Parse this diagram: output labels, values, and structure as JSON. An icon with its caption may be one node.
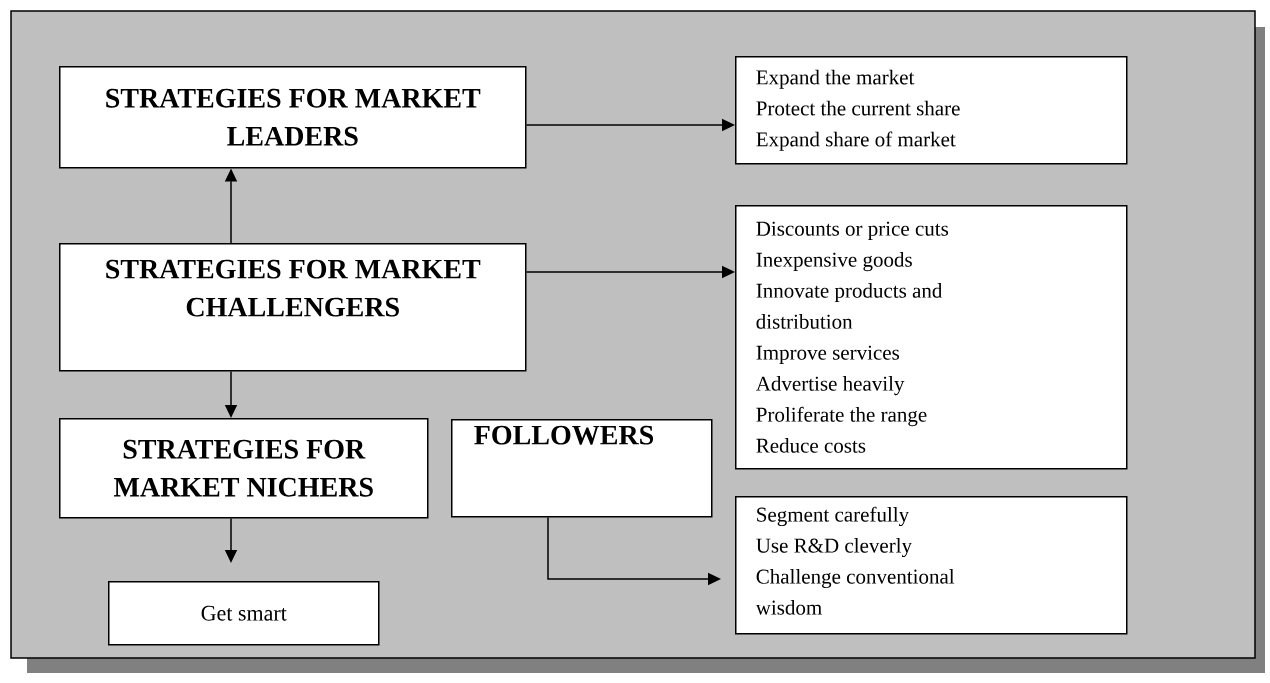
{
  "diagram": {
    "nodes": [
      {
        "text": [
          "STRATEGIES FOR MARKET LEADERS"
        ]
      },
      {
        "text": [
          "Expand the market",
          "Protect the current share",
          "Expand share of market"
        ]
      },
      {
        "text": [
          "STRATEGIES FOR MARKET CHALLENGERS"
        ]
      },
      {
        "text": [
          "Discounts or price cuts",
          "Inexpensive goods",
          "Innovate products and distribution",
          "Improve services",
          "Advertise heavily",
          "Proliferate the range",
          "Reduce costs"
        ]
      },
      {
        "text": [
          "STRATEGIES FOR MARKET NICHERS"
        ]
      },
      {
        "text": [
          "FOLLOWERS"
        ]
      },
      {
        "text": [
          "Segment carefully",
          "Use R&D cleverly",
          "Challenge conventional wisdom"
        ]
      },
      {
        "text": [
          "Get smart"
        ]
      }
    ],
    "edges": [
      {
        "from": 0,
        "to": 1,
        "arrow": "to"
      },
      {
        "from": 2,
        "to": 0,
        "arrow": "to"
      },
      {
        "from": 2,
        "to": 3,
        "arrow": "to"
      },
      {
        "from": 2,
        "to": 4,
        "arrow": "to"
      },
      {
        "from": 4,
        "to": 7,
        "arrow": "to"
      },
      {
        "from": 5,
        "to": 6,
        "arrow": "to"
      }
    ]
  }
}
